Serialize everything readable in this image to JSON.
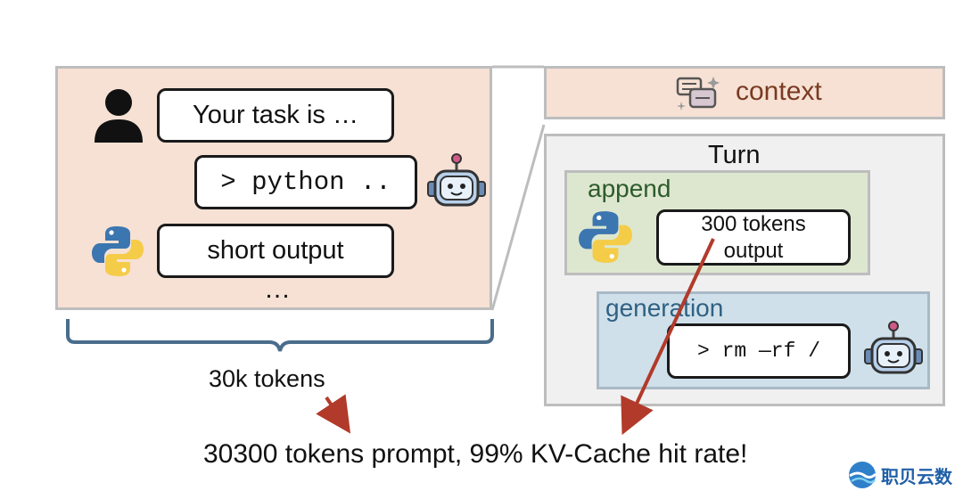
{
  "conversation": {
    "user_message": "Your task is …",
    "assistant_command": "> python ..",
    "tool_output": "short output",
    "more": "…"
  },
  "context": {
    "label": "context"
  },
  "turn": {
    "title": "Turn",
    "append": {
      "label": "append",
      "output_line1": "300 tokens",
      "output_line2": "output"
    },
    "generation": {
      "label": "generation",
      "command": "> rm —rf /"
    }
  },
  "brace_label": "30k tokens",
  "summary": "30300 tokens prompt,  99% KV-Cache hit rate!",
  "watermark": {
    "text": "职贝云数"
  },
  "icons": [
    "user-icon",
    "robot-icon",
    "python-icon",
    "context-chat-icon",
    "brace-icon",
    "arrow-icon"
  ],
  "colors": {
    "context_panel": "#f6e1d4",
    "append_box": "#dde7d0",
    "generation_box": "#cfe0ea",
    "arrow": "#b23a2a"
  }
}
